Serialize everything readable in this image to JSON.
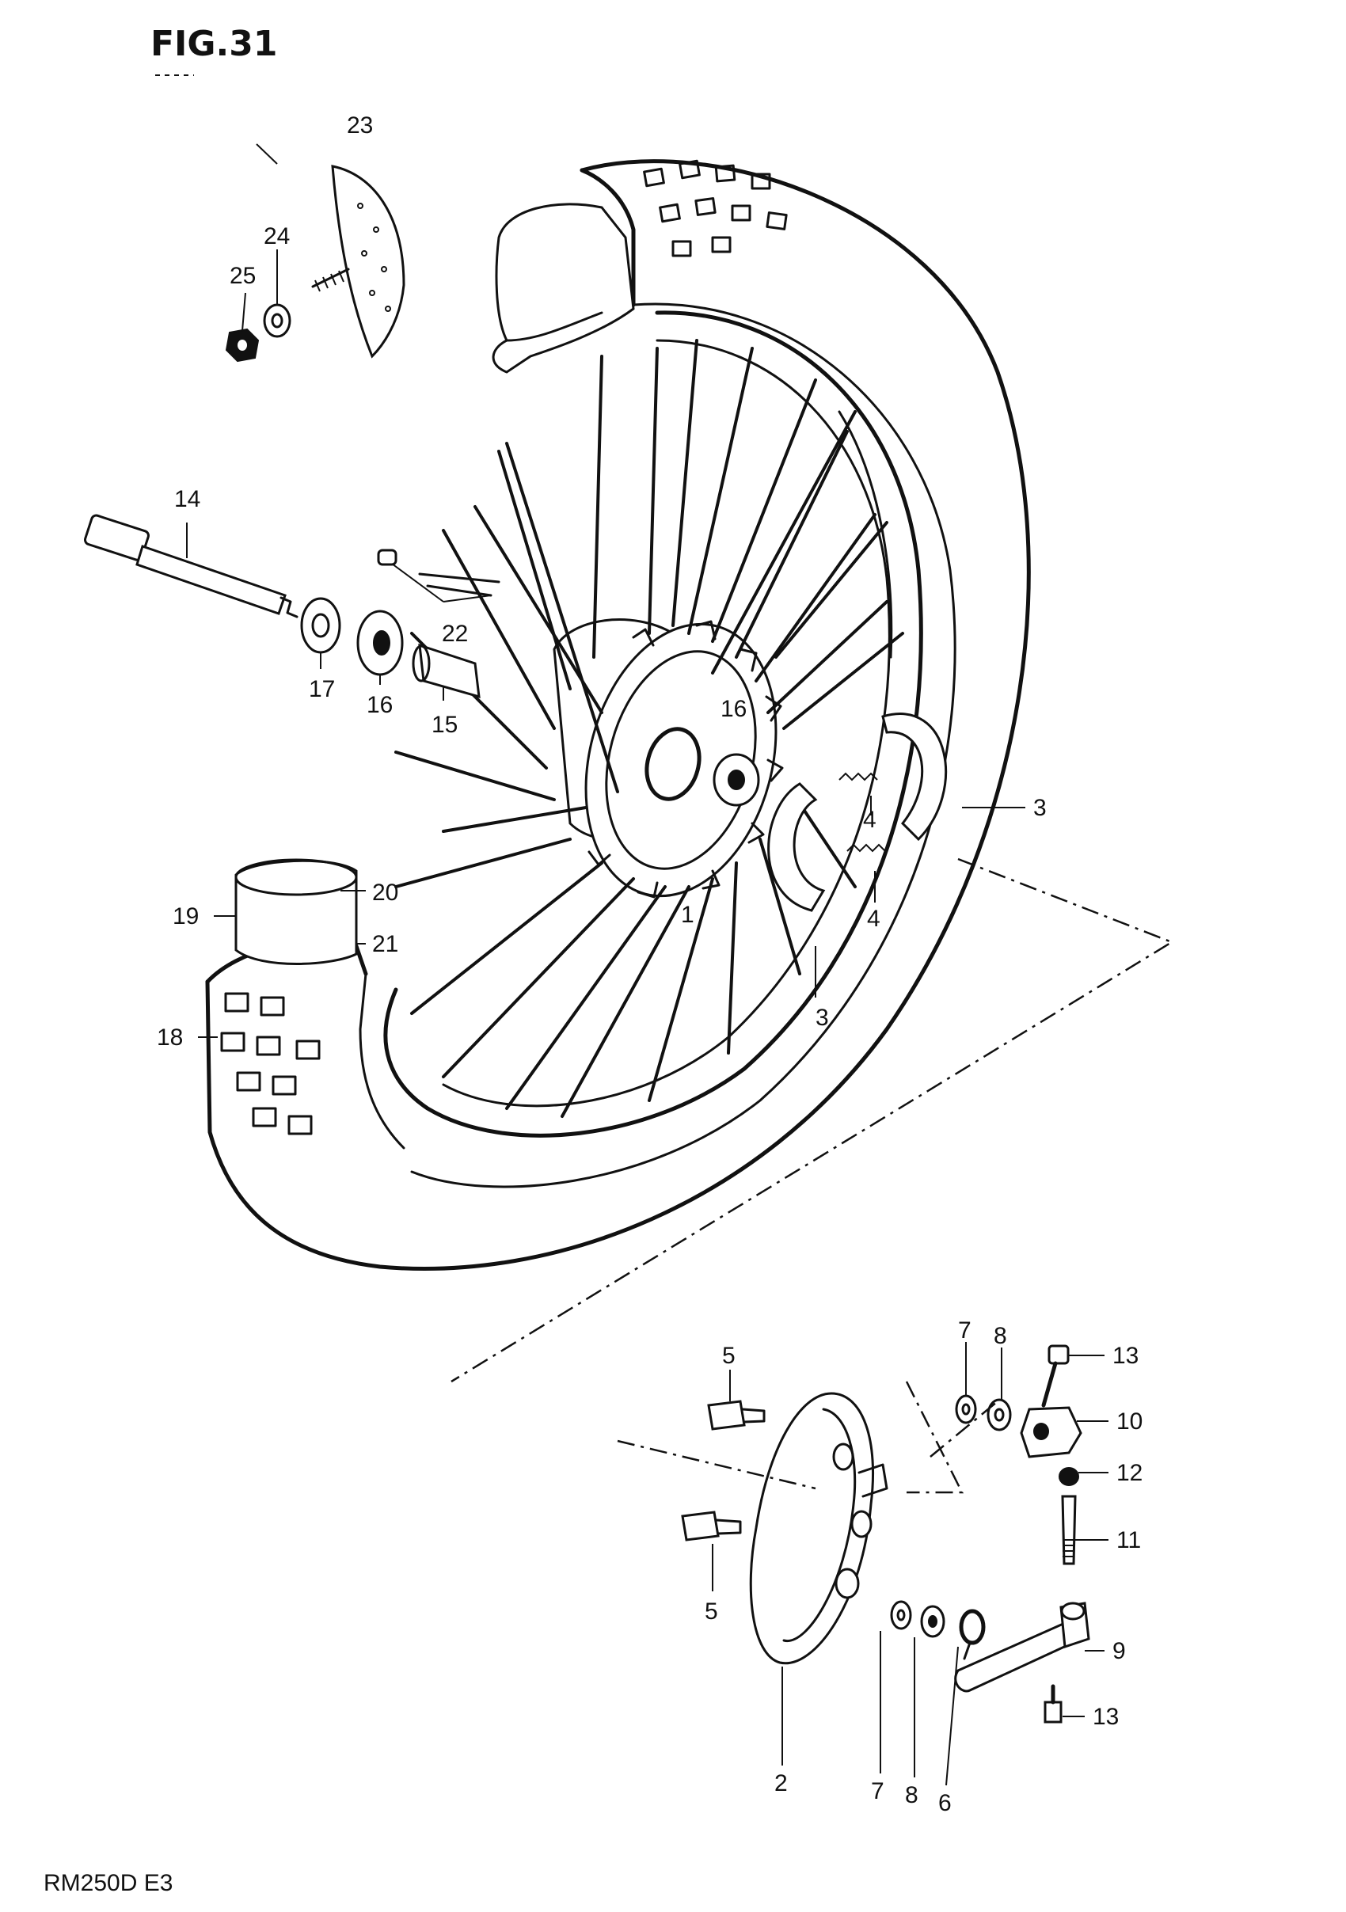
{
  "figure": {
    "title": "FIG.31",
    "model_code": "RM250D E3"
  },
  "callouts": [
    {
      "id": "c23",
      "label": "23"
    },
    {
      "id": "c24",
      "label": "24"
    },
    {
      "id": "c25",
      "label": "25"
    },
    {
      "id": "c14",
      "label": "14"
    },
    {
      "id": "c22",
      "label": "22"
    },
    {
      "id": "c17",
      "label": "17"
    },
    {
      "id": "c16a",
      "label": "16"
    },
    {
      "id": "c15",
      "label": "15"
    },
    {
      "id": "c16b",
      "label": "16"
    },
    {
      "id": "c3a",
      "label": "3"
    },
    {
      "id": "c4a",
      "label": "4"
    },
    {
      "id": "c4b",
      "label": "4"
    },
    {
      "id": "c1",
      "label": "1"
    },
    {
      "id": "c3b",
      "label": "3"
    },
    {
      "id": "c20",
      "label": "20"
    },
    {
      "id": "c19",
      "label": "19"
    },
    {
      "id": "c21",
      "label": "21"
    },
    {
      "id": "c18",
      "label": "18"
    },
    {
      "id": "c7a",
      "label": "7"
    },
    {
      "id": "c8a",
      "label": "8"
    },
    {
      "id": "c13a",
      "label": "13"
    },
    {
      "id": "c5a",
      "label": "5"
    },
    {
      "id": "c10",
      "label": "10"
    },
    {
      "id": "c12",
      "label": "12"
    },
    {
      "id": "c11",
      "label": "11"
    },
    {
      "id": "c5b",
      "label": "5"
    },
    {
      "id": "c9",
      "label": "9"
    },
    {
      "id": "c13b",
      "label": "13"
    },
    {
      "id": "c2",
      "label": "2"
    },
    {
      "id": "c7b",
      "label": "7"
    },
    {
      "id": "c8b",
      "label": "8"
    },
    {
      "id": "c6",
      "label": "6"
    }
  ]
}
